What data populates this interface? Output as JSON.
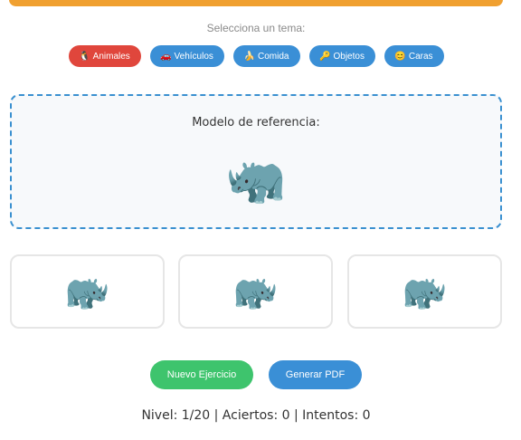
{
  "theme_selector": {
    "label": "Selecciona un tema:",
    "themes": [
      {
        "icon": "🐧",
        "label": "Animales",
        "color": "#e0463c",
        "selected": true
      },
      {
        "icon": "🚗",
        "label": "Vehículos",
        "color": "#3a8fd6",
        "selected": false
      },
      {
        "icon": "🍌",
        "label": "Comida",
        "color": "#3a8fd6",
        "selected": false
      },
      {
        "icon": "🔑",
        "label": "Objetos",
        "color": "#3a8fd6",
        "selected": false
      },
      {
        "icon": "😊",
        "label": "Caras",
        "color": "#3a8fd6",
        "selected": false
      }
    ]
  },
  "reference": {
    "title": "Modelo de referencia:",
    "emoji": "🦏"
  },
  "options": [
    {
      "emoji": "🦏",
      "variant": "mirrored"
    },
    {
      "emoji": "🦏",
      "variant": "mirrored"
    },
    {
      "emoji": "🦏",
      "variant": "mirrored"
    }
  ],
  "actions": {
    "new_exercise": "Nuevo Ejercicio",
    "new_exercise_color": "#3ec46d",
    "generate_pdf": "Generar PDF",
    "generate_pdf_color": "#3a8fd6"
  },
  "status": {
    "text": "Nivel: 1/20 | Aciertos: 0 | Intentos: 0"
  },
  "colors": {
    "accent_bar": "#f0a030",
    "reference_border": "#3a90d0"
  }
}
